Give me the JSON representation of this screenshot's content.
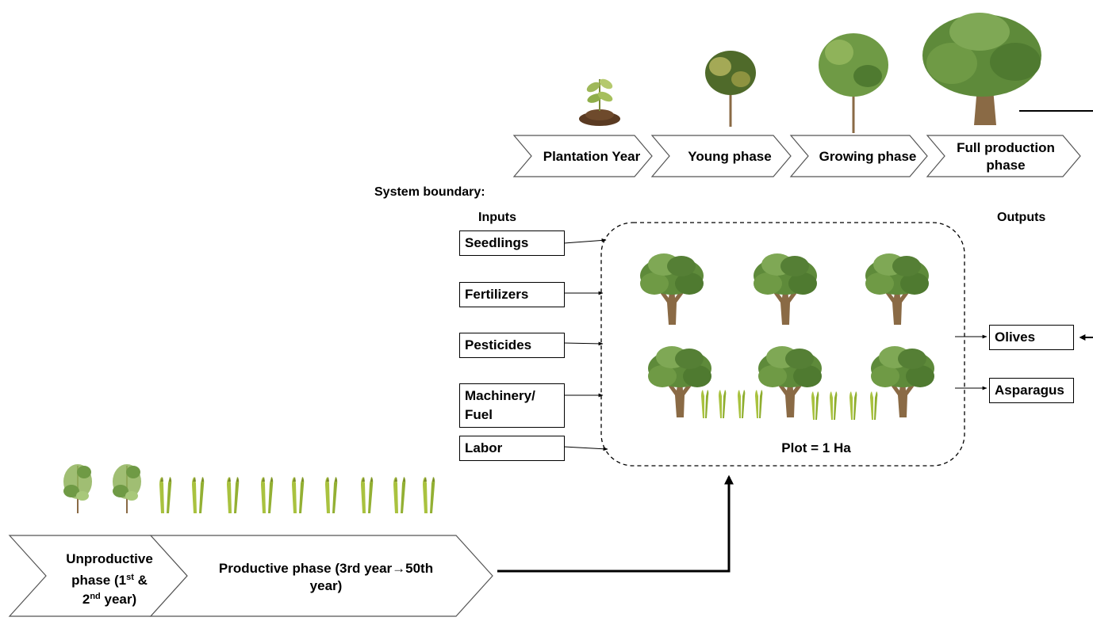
{
  "top_phases": [
    {
      "line1": "Plantation Year",
      "line2": ""
    },
    {
      "line1": "Young phase",
      "line2": ""
    },
    {
      "line1": "Growing phase",
      "line2": ""
    },
    {
      "line1": "Full production",
      "line2": "phase"
    }
  ],
  "system_boundary_label": "System boundary:",
  "inputs_label": "Inputs",
  "outputs_label": "Outputs",
  "inputs": [
    {
      "line1": "Seedlings",
      "line2": ""
    },
    {
      "line1": "Fertilizers",
      "line2": ""
    },
    {
      "line1": "Pesticides",
      "line2": ""
    },
    {
      "line1": "Machinery/",
      "line2": "Fuel"
    },
    {
      "line1": "Labor",
      "line2": ""
    }
  ],
  "outputs": [
    "Olives",
    "Asparagus"
  ],
  "plot_label": "Plot = 1 Ha",
  "bottom_phases": {
    "unproductive": {
      "line1": "Unproductive",
      "line2a": "phase (1",
      "sup1": "st",
      "line2b": " &",
      "line3a": "2",
      "sup2": "nd",
      "line3b": " year)"
    },
    "productive": {
      "line1": "Productive phase (3rd year→50th",
      "line2": "year)"
    }
  },
  "colors": {
    "foliage": "#5e8a3a",
    "foliage_light": "#8fb35a",
    "trunk": "#8a6a45",
    "asparagus": "#a9c23f",
    "soil": "#5a3a22"
  }
}
